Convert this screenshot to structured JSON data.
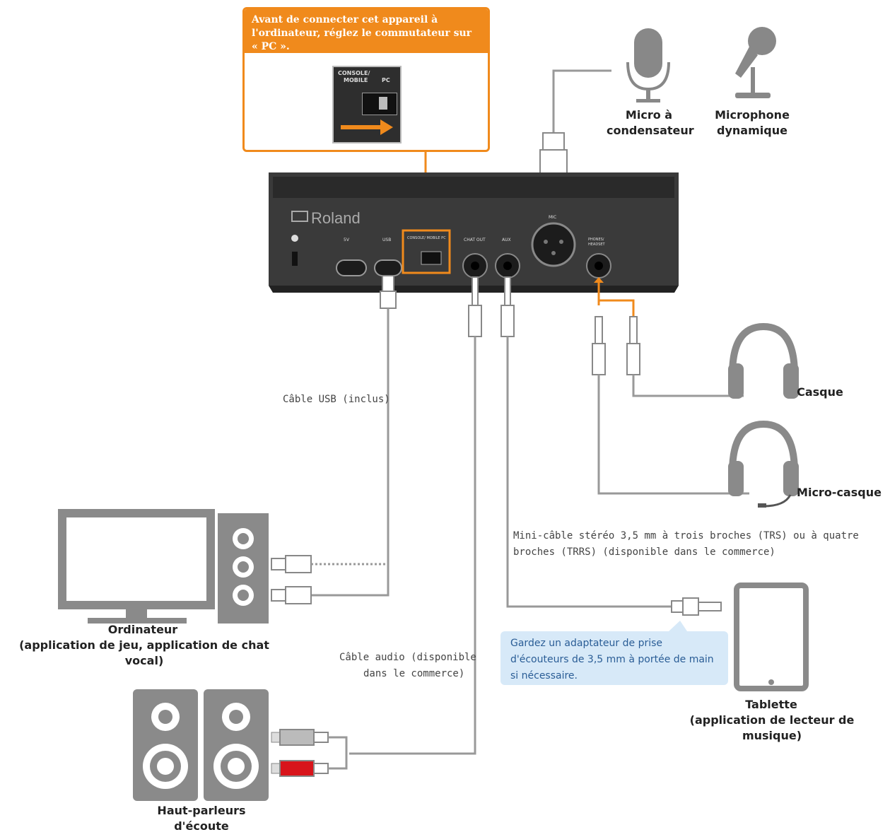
{
  "callout": {
    "text": "Avant de connecter cet appareil à l'ordinateur, réglez le commutateur sur « PC ».",
    "switch_label_top": "CONSOLE/",
    "switch_label_mid": "MOBILE",
    "switch_label_pc": "PC"
  },
  "device": {
    "brand": "Roland",
    "ports": [
      "5V",
      "USB",
      "CHAT OUT",
      "AUX",
      "MIC",
      "PHONES/ HEADSET"
    ],
    "switch_label": "CONSOLE/ MOBILE  PC"
  },
  "labels": {
    "condenser_mic": "Micro à condensateur",
    "dynamic_mic": "Microphone dynamique",
    "headphones": "Casque",
    "headset": "Micro-casque",
    "computer_title": "Ordinateur",
    "computer_sub": "(application de jeu, application de chat vocal)",
    "speakers": "Haut-parleurs d'écoute",
    "tablet_title": "Tablette",
    "tablet_sub": "(application de lecteur de musique)"
  },
  "captions": {
    "usb_cable": "Câble USB (inclus)",
    "audio_cable_1": "Câble audio (disponible",
    "audio_cable_2": "dans le commerce)",
    "mini_cable_1": "Mini-câble stéréo 3,5 mm à trois broches (TRS) ou à quatre",
    "mini_cable_2": "broches (TRRS) (disponible dans le commerce)"
  },
  "tip": "Gardez un adaptateur de prise d'écouteurs de 3,5 mm à portée de main si nécessaire.",
  "colors": {
    "accent": "#f08a1c",
    "device": "#3a3a3a",
    "icon": "#8a8a8a",
    "bubble": "#d7e9f8"
  }
}
